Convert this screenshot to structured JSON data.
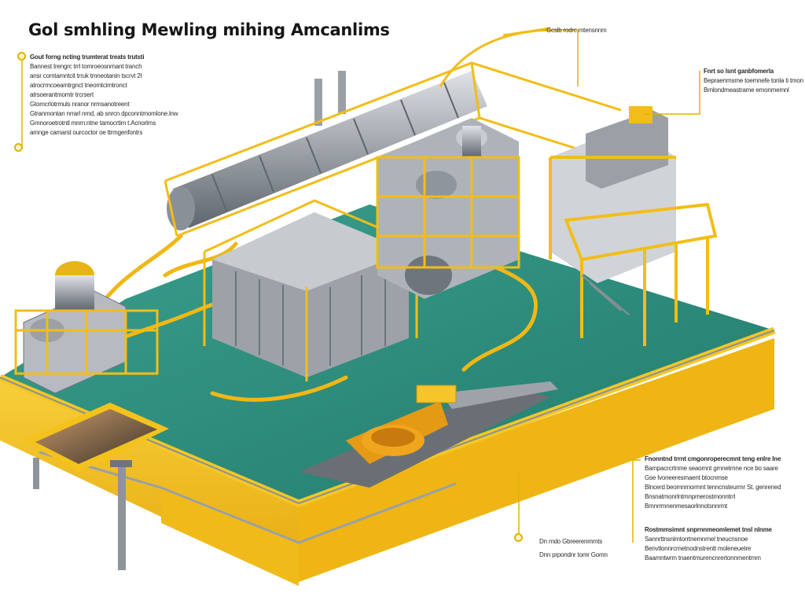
{
  "title": "Gol smhling Mewling mihing Amcanlims",
  "callouts": {
    "top_left": {
      "lines": [
        "Gout forng ncting trumterat treats trutsti",
        "Bannest trengrc trrl tomroeosnrnant tranch",
        "ansr comtamntcit trruk tmneotanin tscrvt 2l",
        "atrocrmcoeamtrgnct tneomtcimtronct",
        "atrsoerantmomtr trcrsert",
        "Gtomcrlotrmuls nranor nrmsanotreent",
        "Gtranmontan nrrarl nmd, ab snrcn dpconntrnomlone.lnw",
        "Gmnoroetrotntl mnrn:ntne tamocrtim t.Acnorlrns",
        "amnge camarst ourcoctor oe ttrmgenfontrs"
      ]
    },
    "top_center": {
      "lines": [
        "Gcslb rodrc mtensnnm"
      ]
    },
    "top_right": {
      "lines": [
        "Fnrt so lsnt ganbfomerla",
        "Bepraenrnsme toemnefe tonla ti tmon",
        "Brnlondmeastrame emonmemnl"
      ]
    },
    "bottom_right_1": {
      "lines": [
        "Fnonntnd trrnt cmgonroperecmnt teng enlre lne",
        "Bampacrcrtnme seaomnt grnnetrnne nce bo saare",
        "Gse Ivoneeresmaent btocnmse",
        "Blncerd beomnrnormnt tenncnsteurmr St. genrened",
        "Bnsnatmonrlntmnprnerostmonntrrl",
        "Bmnrrmnenmesaorlnnotsnnrmt"
      ]
    },
    "bottom_right_2": {
      "lines": [
        "Rostmmsimnt snprnnmeomlemet tnsl nlnme",
        "Sannrttnsnimtorrtnemnrnel tneucnsnoe",
        "Benvtlonnrcrnetnodnstrentt moleneuetre",
        "Baamntwrm tnaentmurencnrertonnmentmrn"
      ]
    },
    "bottom_center_1": {
      "lines": [
        "Dn rndo Gbreerenmmts"
      ]
    },
    "bottom_center_2": {
      "lines": [
        "Dnn prpondnr tomr Gomn"
      ]
    }
  },
  "colors": {
    "platform_top": "#2e8f7f",
    "platform_side": "#f2c21d",
    "frame": "#f4bd16",
    "steel": "#a9adb3",
    "steel_dark": "#6f757c"
  }
}
